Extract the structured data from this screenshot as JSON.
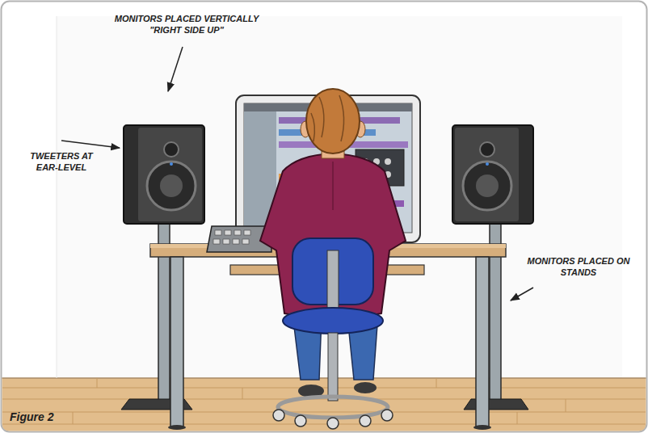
{
  "diagram": {
    "caption": "Figure 2",
    "labels": [
      "MONITORS PLACED VERTICALLY \"RIGHT SIDE UP\"",
      "TWEETERS AT EAR-LEVEL",
      "MONITORS PLACED ON STANDS"
    ]
  }
}
